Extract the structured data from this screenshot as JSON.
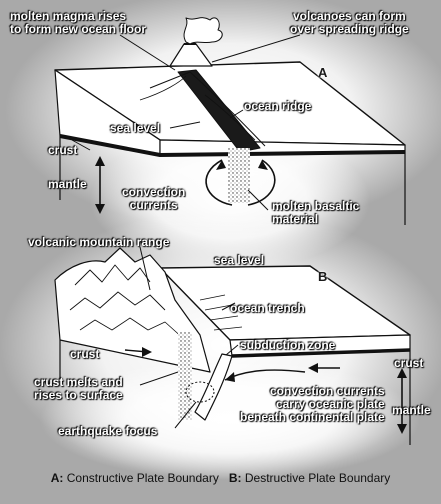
{
  "labels": {
    "magma": [
      "molten magma rises",
      "to form new ocean floor"
    ],
    "volcanoes": [
      "volcanoes can form",
      "over spreading ridge"
    ],
    "a_letter": "A",
    "ocean_ridge": "ocean ridge",
    "sea_level_a": "sea level",
    "crust_a": "crust",
    "mantle_a": "mantle",
    "convection_a": [
      "convection",
      "currents"
    ],
    "basaltic": [
      "molten basaltic",
      "material"
    ],
    "volcanic_range": "volcanic mountain range",
    "sea_level_b": "sea level",
    "b_letter": "B",
    "trench": "ocean trench",
    "crust_b_left": "crust",
    "subduction": "subduction zone",
    "crust_b_right": "crust",
    "crust_melts": [
      "crust melts and",
      "rises to surface"
    ],
    "convection_b": [
      "convection currents",
      "carry oceanic plate",
      "beneath continental plate"
    ],
    "mantle_b": "mantle",
    "eq_focus": "earthquake focus"
  },
  "caption": {
    "a_key": "A:",
    "a_text": "Constructive Plate Boundary",
    "b_key": "B:",
    "b_text": "Destructive Plate Boundary"
  },
  "colors": {
    "background": "#a9a9a9",
    "glow": "#ffffff",
    "line": "#111111"
  }
}
